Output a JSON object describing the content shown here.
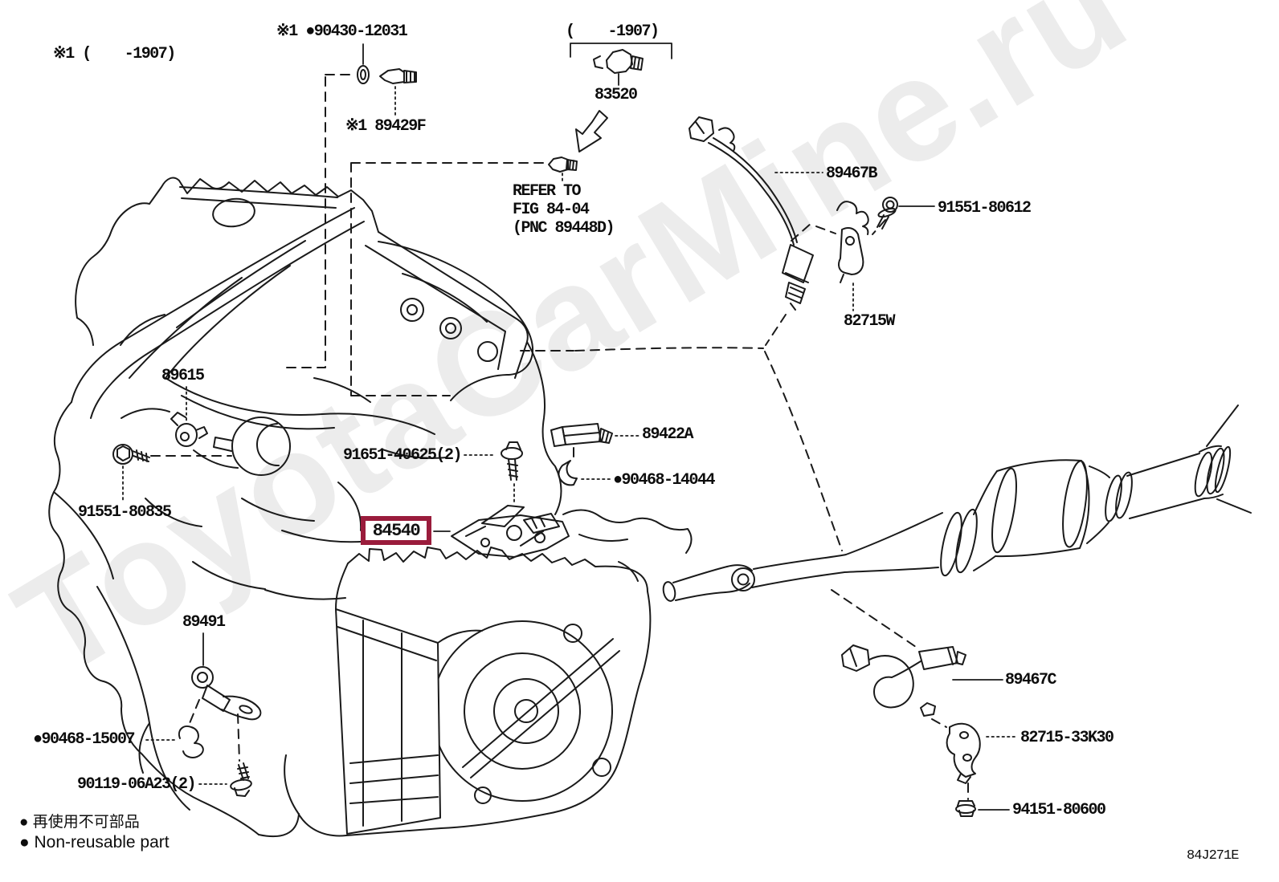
{
  "diagram": {
    "code": "84J271E",
    "watermark": "ToyotaCarMine.ru",
    "colors": {
      "line": "#1a1a1a",
      "highlight_box": "#9a1c3c",
      "watermark": "#ececec",
      "background": "#ffffff"
    },
    "legend": {
      "jp": "● 再使用不可部品",
      "en": "● Non-reusable part"
    },
    "notes": {
      "variant_top_left": "※1 (    -1907)",
      "variant_bracket": "(    -1907)",
      "refer": "REFER TO\nFIG 84-04\n(PNC 89448D)"
    }
  },
  "parts": {
    "p90430": "※1 ●90430-12031",
    "p89429F": "※1 89429F",
    "p83520": "83520",
    "p89467B": "89467B",
    "p91551_80612": "91551-80612",
    "p82715W": "82715W",
    "p89615": "89615",
    "p91651_40625": "91651-40625(2)",
    "p89422A": "89422A",
    "p90468_14044": "●90468-14044",
    "p91551_80835": "91551-80835",
    "p84540": "84540",
    "p89491": "89491",
    "p90468_15007": "●90468-15007",
    "p90119_06A23": "90119-06A23(2)",
    "p89467C": "89467C",
    "p82715_33K30": "82715-33K30",
    "p94151_80600": "94151-80600"
  }
}
